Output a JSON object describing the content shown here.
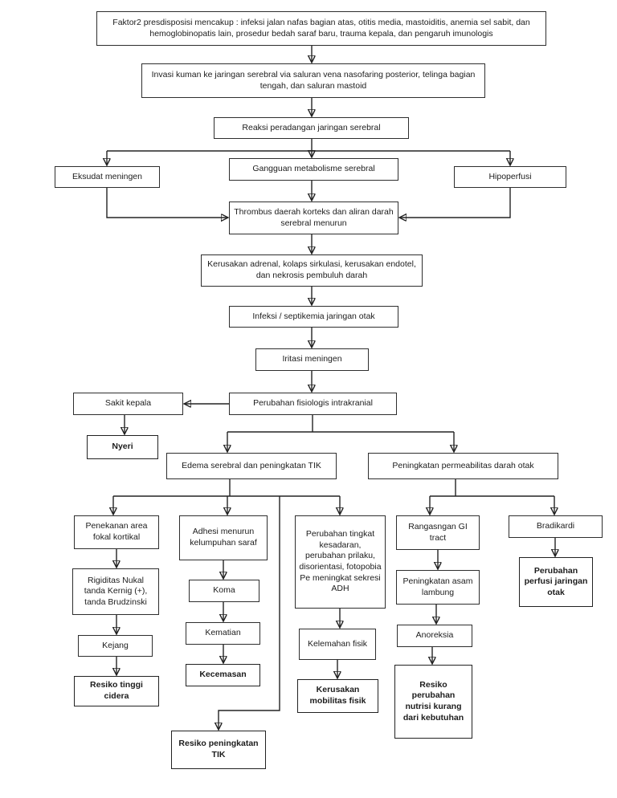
{
  "diagram": {
    "background": "#ffffff",
    "line_color": "#232323",
    "box_border_color": "#2e2e2e",
    "text_color": "#1c1c1c"
  },
  "nodes": {
    "faktor": {
      "label": "Faktor2 presdisposisi mencakup : infeksi jalan nafas bagian atas, otitis media, mastoiditis, anemia sel sabit, dan hemoglobinopatis lain, prosedur bedah saraf baru, trauma kepala, dan pengaruh imunologis"
    },
    "invasi": {
      "label": "Invasi kuman ke jaringan serebral via saluran vena nasofaring posterior, telinga bagian tengah, dan saluran mastoid"
    },
    "reaksi": {
      "label": "Reaksi peradangan jaringan serebral"
    },
    "eksudat": {
      "label": "Eksudat meningen"
    },
    "gangguan": {
      "label": "Gangguan metabolisme serebral"
    },
    "hipoperfusi": {
      "label": "Hipoperfusi"
    },
    "thrombus": {
      "label": "Thrombus daerah korteks dan aliran darah serebral menurun"
    },
    "adrenal": {
      "label": "Kerusakan adrenal, kolaps sirkulasi, kerusakan endotel, dan nekrosis pembuluh darah"
    },
    "infeksi": {
      "label": "Infeksi / septikemia jaringan otak"
    },
    "iritasi": {
      "label": "Iritasi meningen"
    },
    "sakit": {
      "label": "Sakit kepala"
    },
    "fisiologis": {
      "label": "Perubahan fisiologis intrakranial"
    },
    "nyeri": {
      "label": "Nyeri"
    },
    "edema": {
      "label": "Edema serebral dan peningkatan TIK"
    },
    "permeabilitas": {
      "label": "Peningkatan permeabilitas darah otak"
    },
    "penekanan": {
      "label": "Penekanan area fokal kortikal"
    },
    "adhesi": {
      "label": "Adhesi menurun kelumpuhan saraf"
    },
    "tingkat": {
      "label": "Perubahan tingkat kesadaran, perubahan prilaku, disorientasi, fotopobia Pe meningkat sekresi ADH"
    },
    "rangasngan": {
      "label": "Rangasngan GI tract"
    },
    "bradikardi": {
      "label": "Bradikardi"
    },
    "rigiditas": {
      "label": "Rigiditas Nukal tanda Kernig (+), tanda Brudzinski"
    },
    "koma": {
      "label": "Koma"
    },
    "asam": {
      "label": "Peningkatan asam lambung"
    },
    "perfusi": {
      "label": "Perubahan perfusi jaringan otak"
    },
    "kejang": {
      "label": "Kejang"
    },
    "kematian": {
      "label": "Kematian"
    },
    "kelemahan": {
      "label": "Kelemahan fisik"
    },
    "anoreksia": {
      "label": "Anoreksia"
    },
    "cidera": {
      "label": "Resiko tinggi cidera"
    },
    "kecemasan": {
      "label": "Kecemasan"
    },
    "mobilitas": {
      "label": "Kerusakan mobilitas fisik"
    },
    "nutrisi": {
      "label": "Resiko perubahan nutrisi kurang dari kebutuhan"
    },
    "resiko_tik": {
      "label": "Resiko peningkatan TIK"
    }
  },
  "edges": [
    {
      "from": "faktor",
      "to": "invasi"
    },
    {
      "from": "invasi",
      "to": "reaksi"
    },
    {
      "from": "reaksi",
      "to": "eksudat"
    },
    {
      "from": "reaksi",
      "to": "gangguan"
    },
    {
      "from": "reaksi",
      "to": "hipoperfusi"
    },
    {
      "from": "eksudat",
      "to": "thrombus"
    },
    {
      "from": "gangguan",
      "to": "thrombus"
    },
    {
      "from": "hipoperfusi",
      "to": "thrombus"
    },
    {
      "from": "thrombus",
      "to": "adrenal"
    },
    {
      "from": "adrenal",
      "to": "infeksi"
    },
    {
      "from": "infeksi",
      "to": "iritasi"
    },
    {
      "from": "iritasi",
      "to": "fisiologis"
    },
    {
      "from": "fisiologis",
      "to": "sakit"
    },
    {
      "from": "sakit",
      "to": "nyeri"
    },
    {
      "from": "fisiologis",
      "to": "edema"
    },
    {
      "from": "fisiologis",
      "to": "permeabilitas"
    },
    {
      "from": "edema",
      "to": "penekanan"
    },
    {
      "from": "edema",
      "to": "adhesi"
    },
    {
      "from": "edema",
      "to": "tingkat"
    },
    {
      "from": "edema",
      "to": "resiko_tik"
    },
    {
      "from": "permeabilitas",
      "to": "rangasngan"
    },
    {
      "from": "permeabilitas",
      "to": "bradikardi"
    },
    {
      "from": "penekanan",
      "to": "rigiditas"
    },
    {
      "from": "rigiditas",
      "to": "kejang"
    },
    {
      "from": "kejang",
      "to": "cidera"
    },
    {
      "from": "adhesi",
      "to": "koma"
    },
    {
      "from": "koma",
      "to": "kematian"
    },
    {
      "from": "kematian",
      "to": "kecemasan"
    },
    {
      "from": "tingkat",
      "to": "kelemahan"
    },
    {
      "from": "kelemahan",
      "to": "mobilitas"
    },
    {
      "from": "rangasngan",
      "to": "asam"
    },
    {
      "from": "asam",
      "to": "anoreksia"
    },
    {
      "from": "anoreksia",
      "to": "nutrisi"
    },
    {
      "from": "bradikardi",
      "to": "perfusi"
    }
  ]
}
